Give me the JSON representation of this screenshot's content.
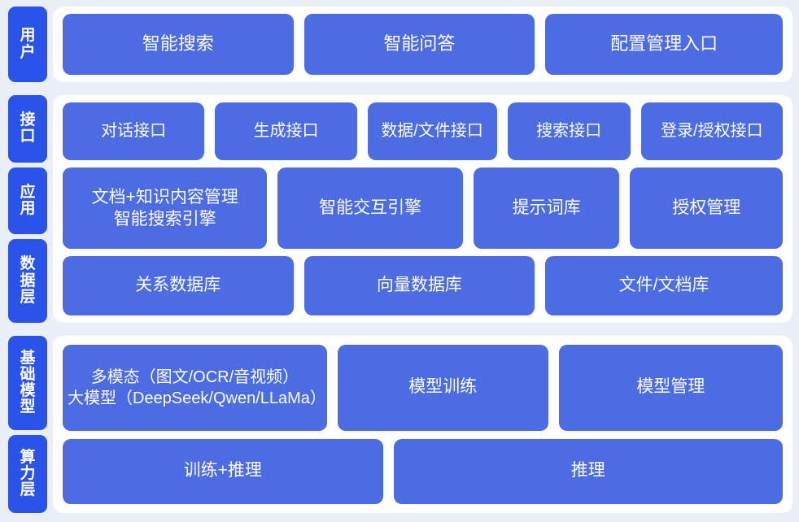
{
  "theme": {
    "page_background": "#e9eef7",
    "panel_background": "#ffffff",
    "tab_color": "#2a53ea",
    "box_color": "#4c6ce4",
    "box_text_color": "#ffffff"
  },
  "bands": [
    {
      "name": "users",
      "tabs": [
        {
          "label": "用户"
        }
      ],
      "rows": [
        {
          "name": "user-entries",
          "boxes": [
            {
              "label": "智能搜索",
              "flex": 33
            },
            {
              "label": "智能问答",
              "flex": 33
            },
            {
              "label": "配置管理入口",
              "flex": 34
            }
          ]
        }
      ]
    },
    {
      "name": "platform",
      "tabs": [
        {
          "label": "接口"
        },
        {
          "label": "应用"
        },
        {
          "label": "数据层"
        }
      ],
      "rows": [
        {
          "name": "interface",
          "boxes": [
            {
              "label": "对话接口",
              "flex": 21
            },
            {
              "label": "生成接口",
              "flex": 21
            },
            {
              "label": "数据/文件接口",
              "flex": 19
            },
            {
              "label": "搜索接口",
              "flex": 18
            },
            {
              "label": "登录/授权接口",
              "flex": 21
            }
          ]
        },
        {
          "name": "application",
          "boxes": [
            {
              "label": "文档+知识内容管理\n智能搜索引擎",
              "flex": 30
            },
            {
              "label": "智能交互引擎",
              "flex": 27
            },
            {
              "label": "提示词库",
              "flex": 21
            },
            {
              "label": "授权管理",
              "flex": 22
            }
          ]
        },
        {
          "name": "data",
          "boxes": [
            {
              "label": "关系数据库",
              "flex": 33
            },
            {
              "label": "向量数据库",
              "flex": 33
            },
            {
              "label": "文件/文档库",
              "flex": 34
            }
          ]
        }
      ]
    },
    {
      "name": "base",
      "tabs": [
        {
          "label": "基础模型"
        },
        {
          "label": "算力层"
        }
      ],
      "rows": [
        {
          "name": "models",
          "boxes": [
            {
              "label": "多模态（图文/OCR/音视频）\n大模型（DeepSeek/Qwen/LLaMa）",
              "flex": 38
            },
            {
              "label": "模型训练",
              "flex": 30
            },
            {
              "label": "模型管理",
              "flex": 32
            }
          ]
        },
        {
          "name": "compute",
          "boxes": [
            {
              "label": "训练+推理",
              "flex": 45
            },
            {
              "label": "推理",
              "flex": 55
            }
          ]
        }
      ]
    }
  ]
}
